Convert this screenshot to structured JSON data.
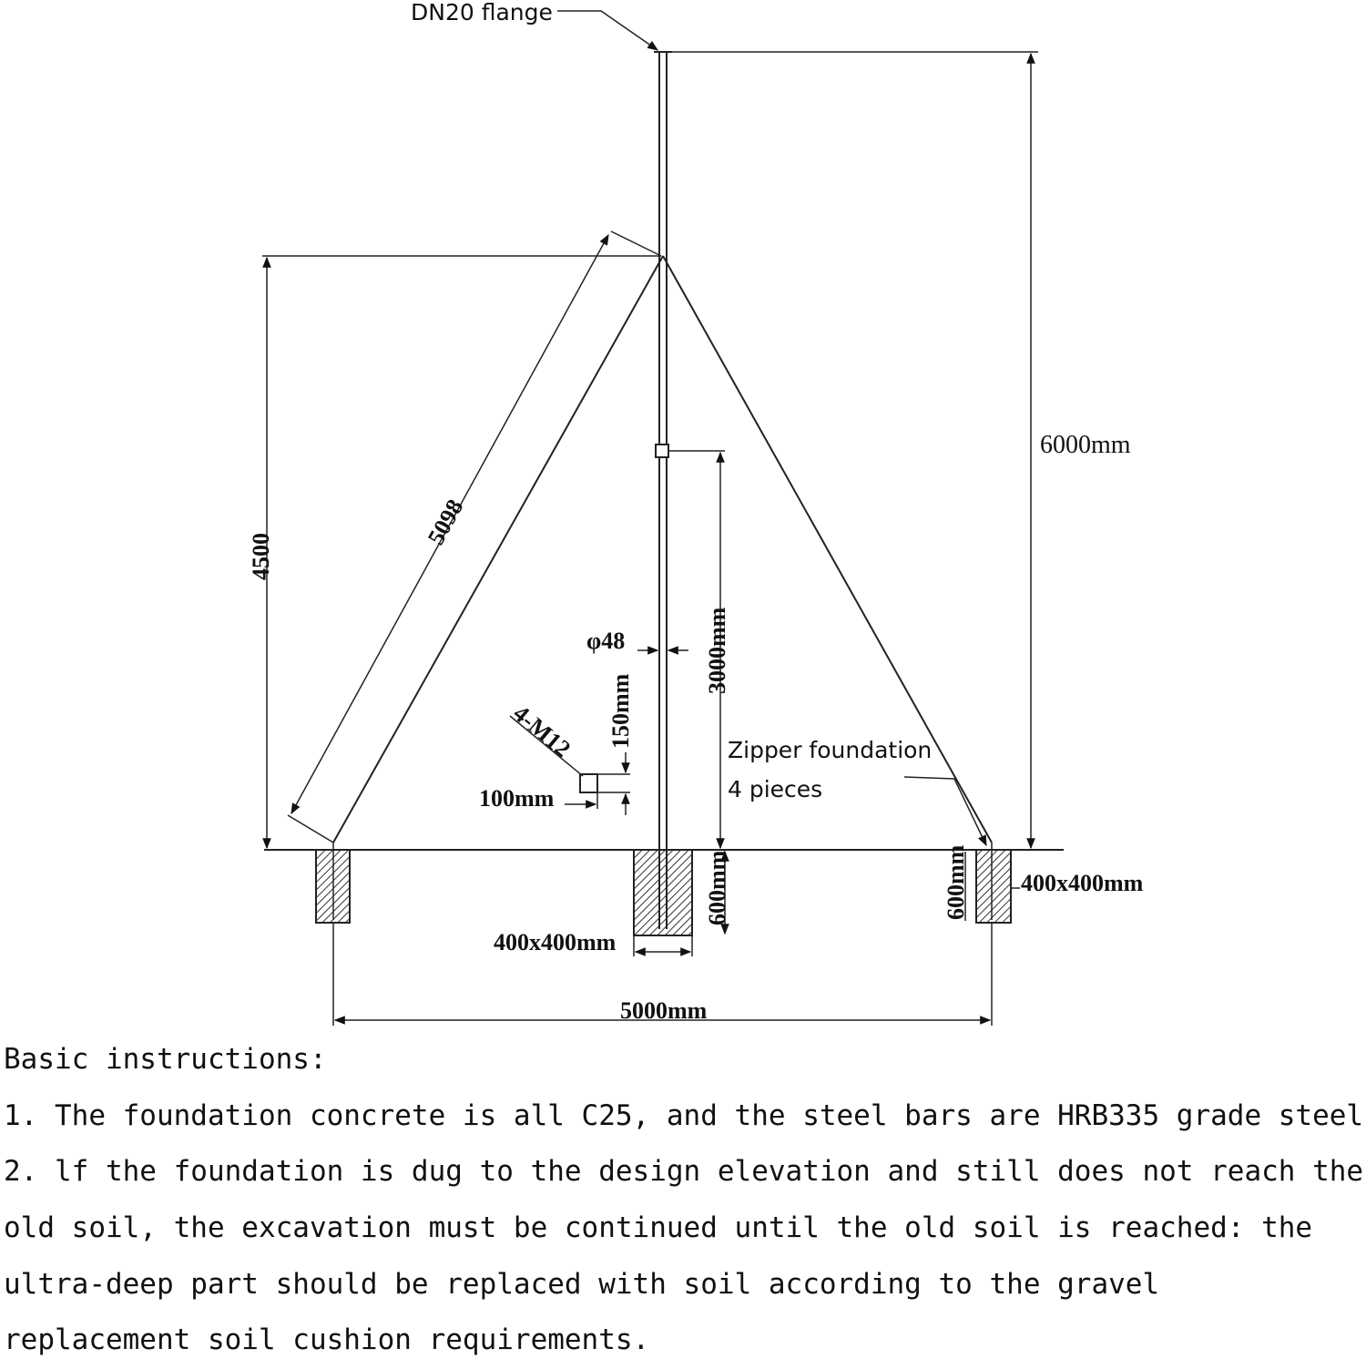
{
  "labels": {
    "flange": "DN20 flange",
    "height_total": "6000mm",
    "height_anchor": "4500",
    "cable_length": "5098",
    "diameter": "φ48",
    "mid_height": "3000mm",
    "plate_height": "150mm",
    "bolts": "4-M12",
    "plate_width": "100mm",
    "zipper_line1": "Zipper foundation",
    "zipper_line2": "4 pieces",
    "found_center_depth": "600mm",
    "found_center_size": "400x400mm",
    "found_right_depth": "600mm",
    "found_right_size": "400x400mm",
    "span": "5000mm"
  },
  "notes": {
    "title": "Basic instructions:",
    "line1": "1. The foundation concrete is all C25, and the steel bars are HRB335 grade steel.",
    "line2": "2. lf the foundation is dug to the design elevation and still does not reach the",
    "line3": "old soil, the excavation must be continued until the old soil is reached: the",
    "line4": "ultra-deep part should be replaced with soil according to the gravel",
    "line5": "replacement soil cushion requirements."
  }
}
